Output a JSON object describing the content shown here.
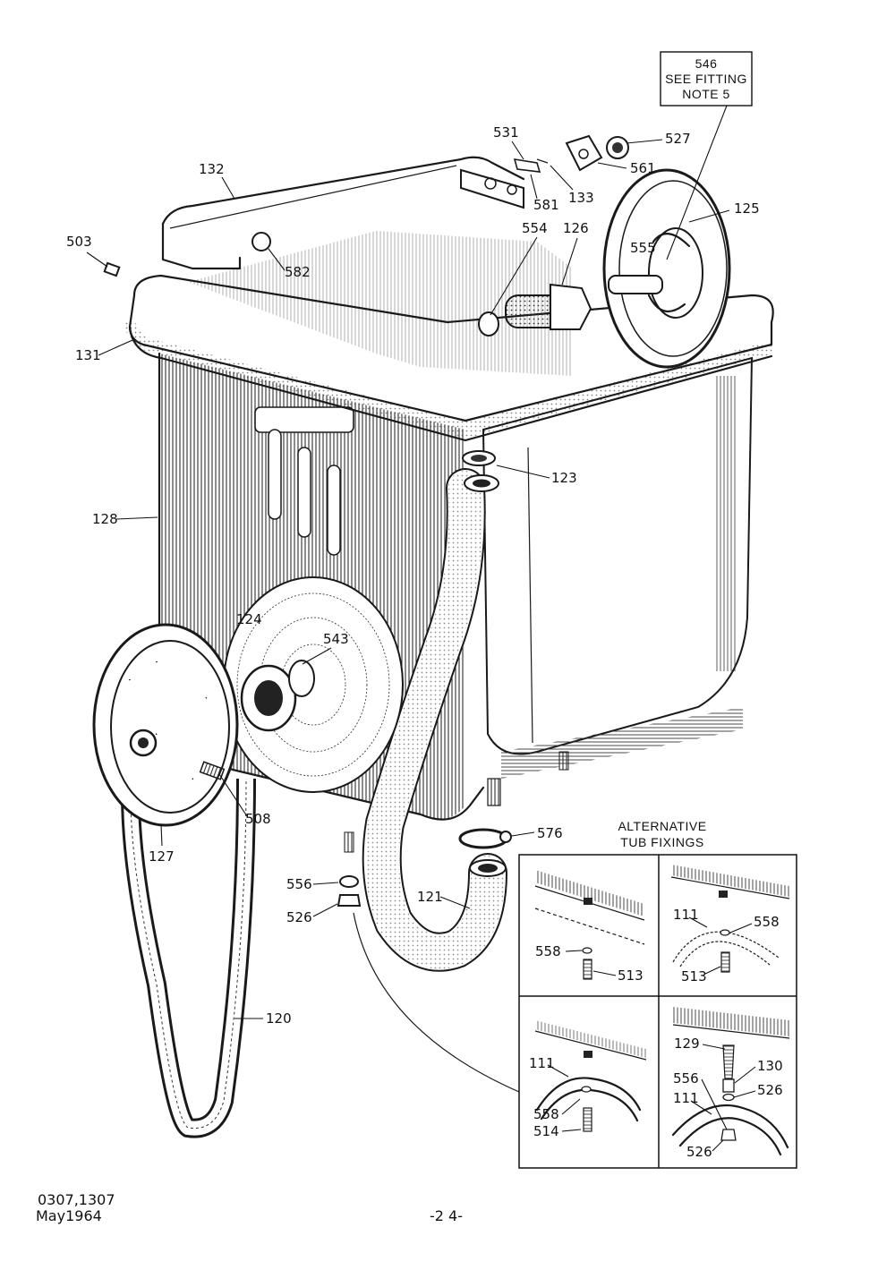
{
  "note_box": {
    "line1": "546",
    "line2": "SEE FITTING",
    "line3": "NOTE 5"
  },
  "inset": {
    "title_line1": "ALTERNATIVE",
    "title_line2": "TUB FIXINGS"
  },
  "footer": {
    "ref_code": "0307,1307",
    "date": "May1964",
    "page_number": "-2 4-"
  },
  "callouts": {
    "c527": "527",
    "c531": "531",
    "c561": "561",
    "c581": "581",
    "c133": "133",
    "c132": "132",
    "c125": "125",
    "c554": "554",
    "c126": "126",
    "c555": "555",
    "c503": "503",
    "c582": "582",
    "c131": "131",
    "c123": "123",
    "c128": "128",
    "c124": "124",
    "c543": "543",
    "c508": "508",
    "c127": "127",
    "c576": "576",
    "c556": "556",
    "c526": "526",
    "c121": "121",
    "c120": "120",
    "i1_558": "558",
    "i1_513": "513",
    "i2_111": "111",
    "i2_558": "558",
    "i2_513": "513",
    "i3_111": "111",
    "i3_558": "558",
    "i3_514": "514",
    "i4_129": "129",
    "i4_130": "130",
    "i4_556": "556",
    "i4_526a": "526",
    "i4_111": "111",
    "i4_526b": "526"
  }
}
